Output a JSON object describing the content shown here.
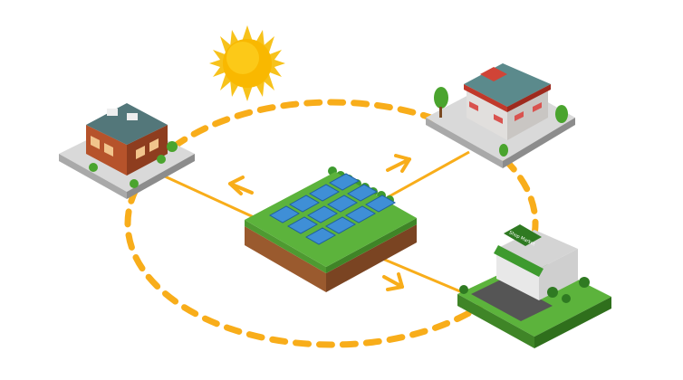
{
  "diagram": {
    "colors": {
      "flow": "#f8ad1a",
      "sun_core": "#f9b800",
      "sun_rays": "#f7c21b",
      "grass": "#5cb33c",
      "soil": "#9a5a2e",
      "panel": "#3f8fd6"
    },
    "nodes": [
      {
        "name": "solar-farm",
        "icon": "solar-panel-field-icon"
      },
      {
        "name": "sun",
        "icon": "sun-icon"
      },
      {
        "name": "office-building",
        "icon": "office-building-icon"
      },
      {
        "name": "shop-building",
        "icon": "shop-awning-building-icon"
      },
      {
        "name": "grocery-store",
        "icon": "store-with-sign-icon"
      }
    ],
    "grocery_sign": "Shop Market"
  }
}
